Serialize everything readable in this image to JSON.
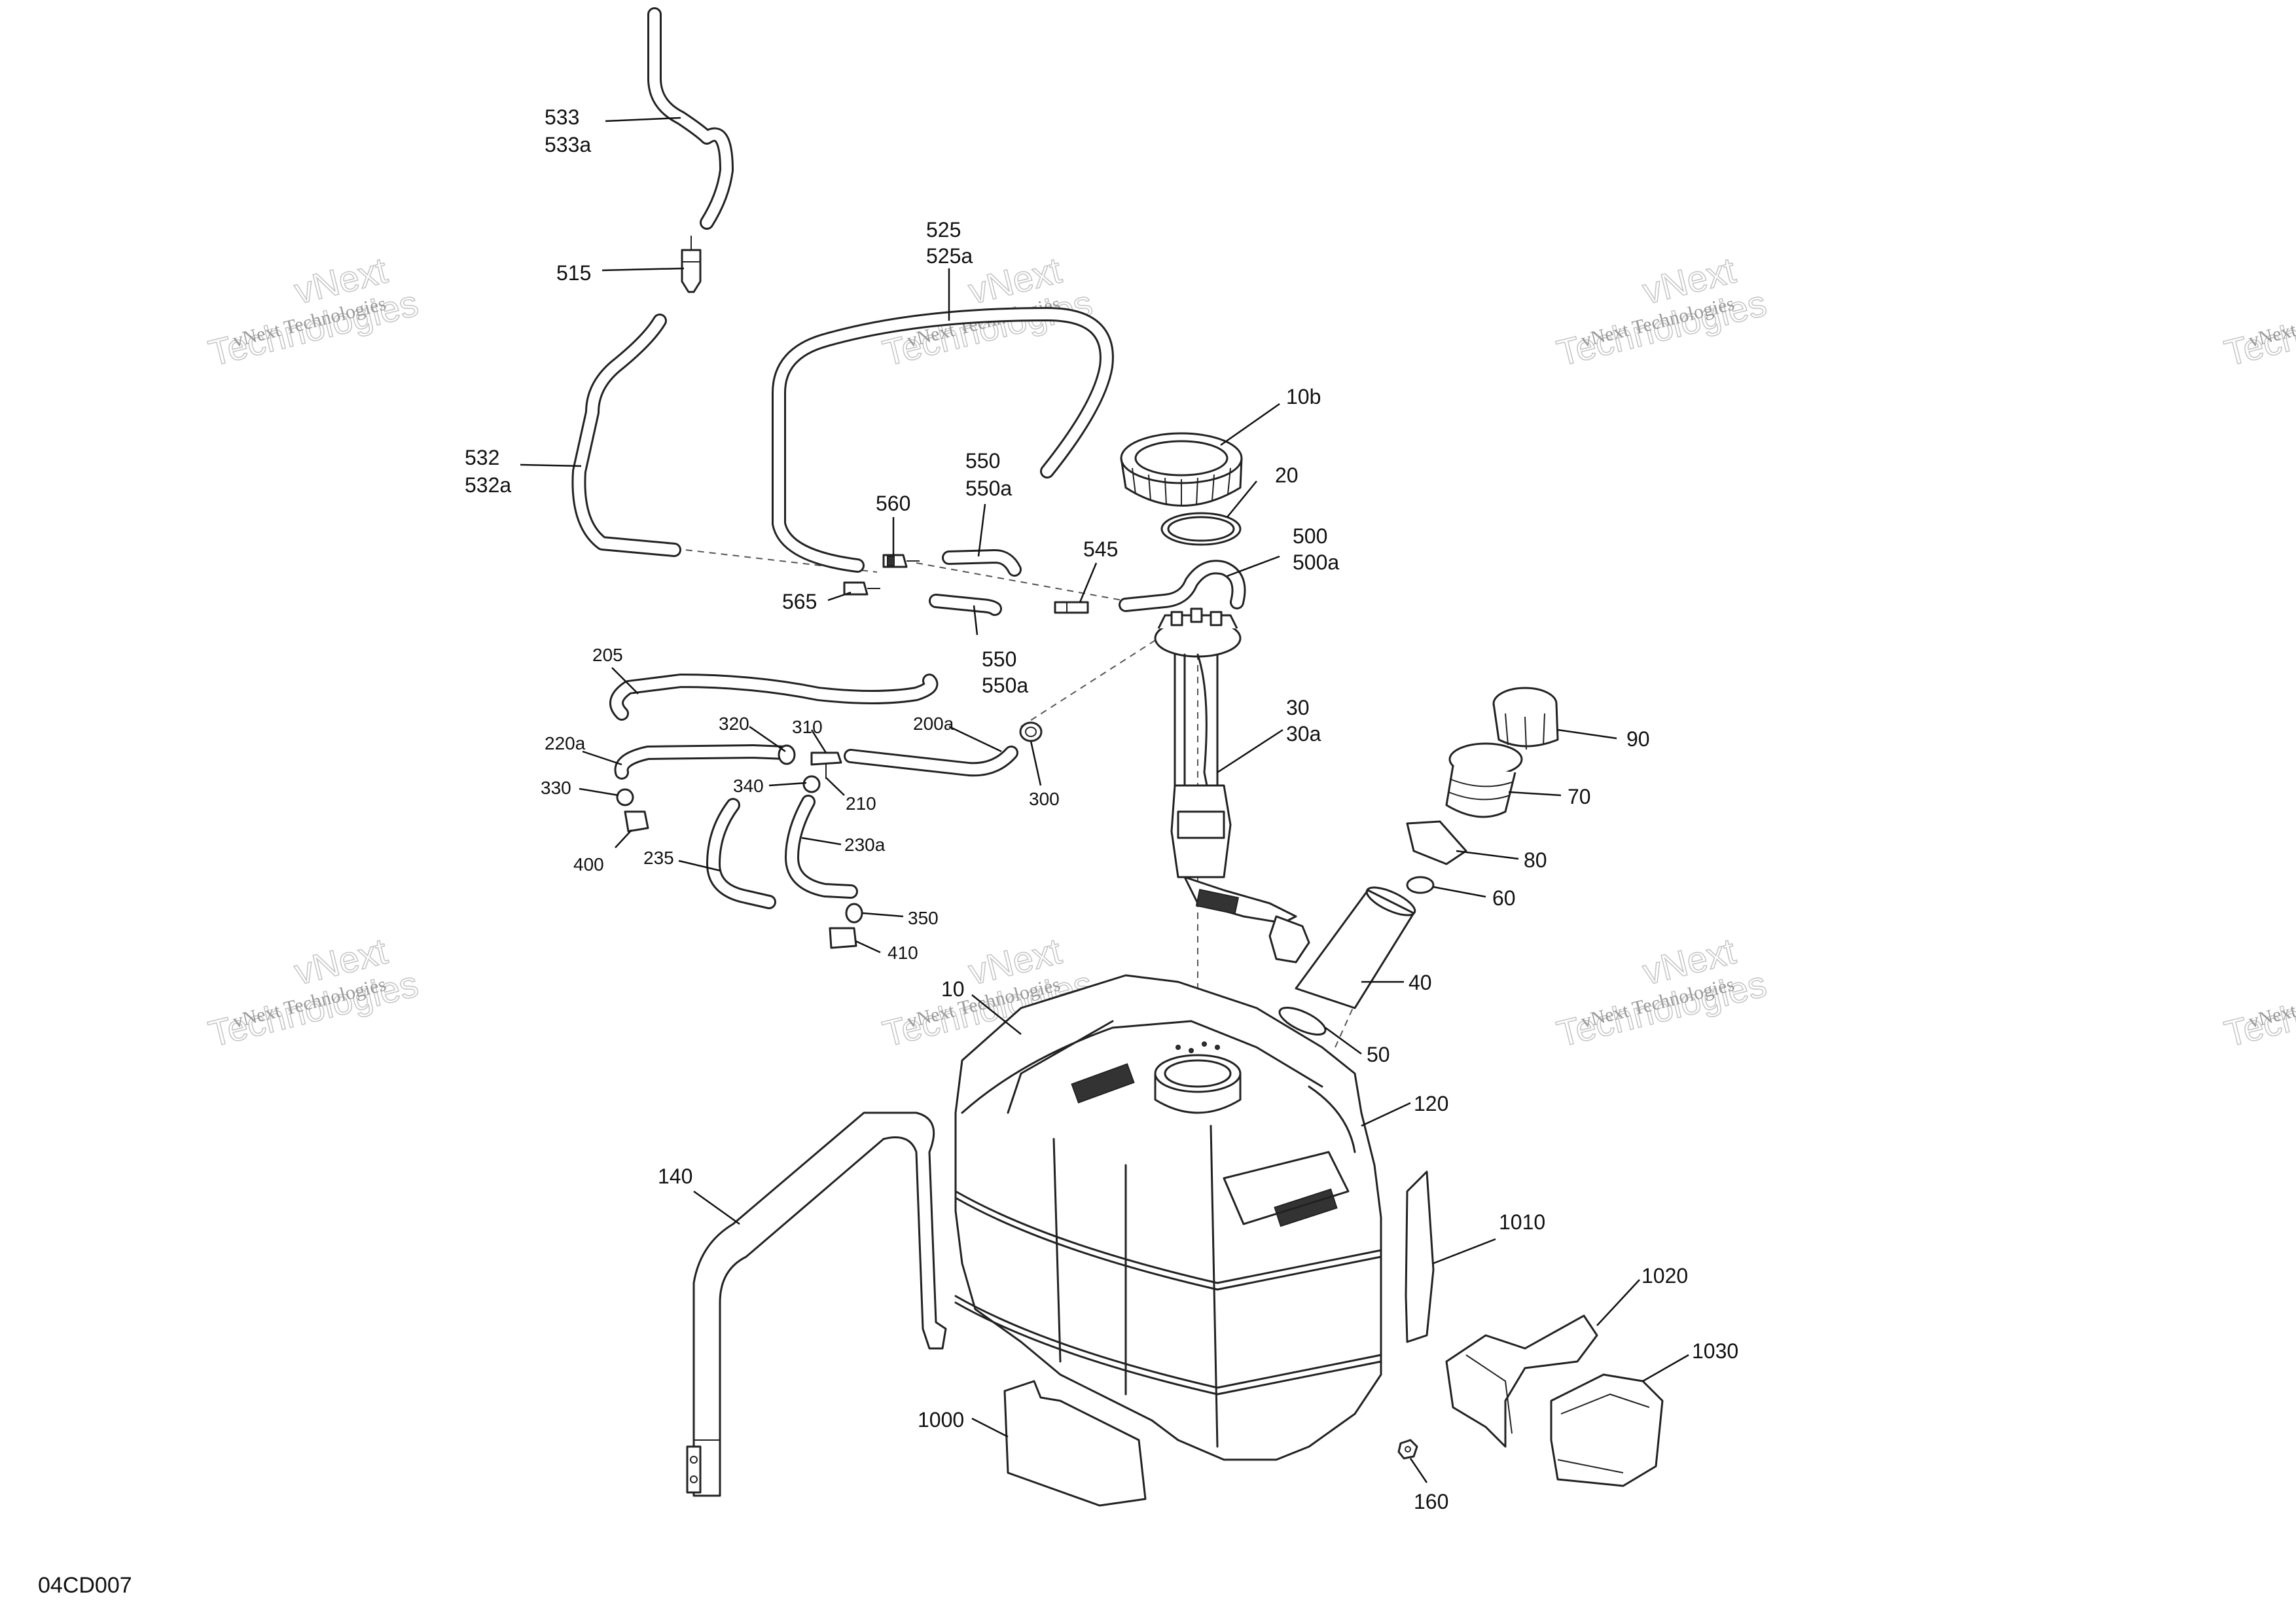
{
  "drawing_code": "04CD007",
  "watermark": {
    "line1": "vNext",
    "line2": "Technologies",
    "small": "vNext Technologies"
  },
  "labels": [
    {
      "id": "l533",
      "text": "533"
    },
    {
      "id": "l533a",
      "text": "533a"
    },
    {
      "id": "l515",
      "text": "515"
    },
    {
      "id": "l525",
      "text": "525"
    },
    {
      "id": "l525a",
      "text": "525a"
    },
    {
      "id": "l532",
      "text": "532"
    },
    {
      "id": "l532a",
      "text": "532a"
    },
    {
      "id": "l10b",
      "text": "10b"
    },
    {
      "id": "l20",
      "text": "20"
    },
    {
      "id": "l560",
      "text": "560"
    },
    {
      "id": "l550",
      "text": "550"
    },
    {
      "id": "l550a",
      "text": "550a"
    },
    {
      "id": "l545",
      "text": "545"
    },
    {
      "id": "l500",
      "text": "500"
    },
    {
      "id": "l500a",
      "text": "500a"
    },
    {
      "id": "l565",
      "text": "565"
    },
    {
      "id": "l550b",
      "text": "550"
    },
    {
      "id": "l550ba",
      "text": "550a"
    },
    {
      "id": "l205",
      "text": "205"
    },
    {
      "id": "l320",
      "text": "320"
    },
    {
      "id": "l310",
      "text": "310"
    },
    {
      "id": "l200a",
      "text": "200a"
    },
    {
      "id": "l220a",
      "text": "220a"
    },
    {
      "id": "l330",
      "text": "330"
    },
    {
      "id": "l340",
      "text": "340"
    },
    {
      "id": "l210",
      "text": "210"
    },
    {
      "id": "l300",
      "text": "300"
    },
    {
      "id": "l30",
      "text": "30"
    },
    {
      "id": "l30a",
      "text": "30a"
    },
    {
      "id": "l90",
      "text": "90"
    },
    {
      "id": "l70",
      "text": "70"
    },
    {
      "id": "l230a",
      "text": "230a"
    },
    {
      "id": "l400",
      "text": "400"
    },
    {
      "id": "l235",
      "text": "235"
    },
    {
      "id": "l80",
      "text": "80"
    },
    {
      "id": "l60",
      "text": "60"
    },
    {
      "id": "l350",
      "text": "350"
    },
    {
      "id": "l410",
      "text": "410"
    },
    {
      "id": "l40",
      "text": "40"
    },
    {
      "id": "l10",
      "text": "10"
    },
    {
      "id": "l50",
      "text": "50"
    },
    {
      "id": "l120",
      "text": "120"
    },
    {
      "id": "l140",
      "text": "140"
    },
    {
      "id": "l1010",
      "text": "1010"
    },
    {
      "id": "l1020",
      "text": "1020"
    },
    {
      "id": "l1030",
      "text": "1030"
    },
    {
      "id": "l1000",
      "text": "1000"
    },
    {
      "id": "l160",
      "text": "160"
    }
  ]
}
